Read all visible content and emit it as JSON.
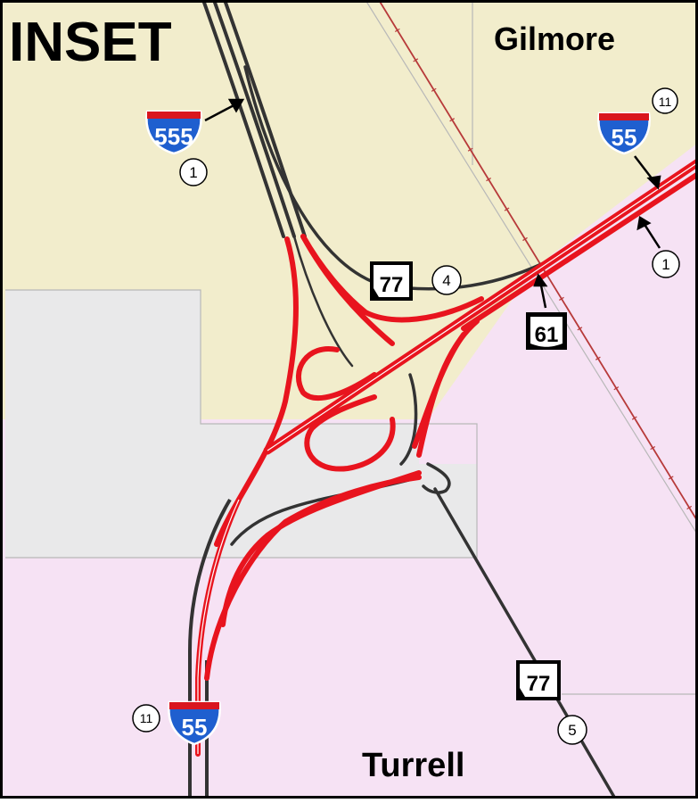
{
  "title": "INSET",
  "places": {
    "north": "Gilmore",
    "south": "Turrell"
  },
  "routes": {
    "i555": "555",
    "i55_ne": "55",
    "i55_s": "55",
    "us61": "61",
    "ar77_n": "77",
    "ar77_s": "77"
  },
  "markers": {
    "m_555": "1",
    "m_55_ne": "11",
    "m_61": "1",
    "m_77_n": "4",
    "m_55_s": "11",
    "m_77_s": "5"
  },
  "colors": {
    "gilmore_area": "#f2edcc",
    "turrell_area": "#f6e2f4",
    "unincorporated": "#eaeaea",
    "highway": "#e8141e",
    "road": "#333333",
    "railroad": "#b73a3a",
    "interstate_blue": "#1f5fcf",
    "interstate_red": "#d9161e"
  }
}
